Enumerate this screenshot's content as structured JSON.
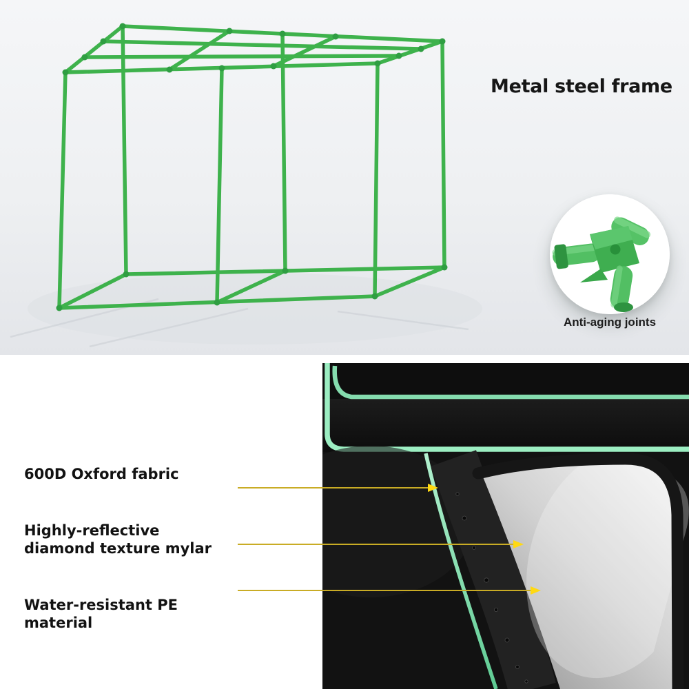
{
  "top": {
    "title": "Metal steel frame",
    "inset_caption": "Anti-aging joints"
  },
  "features": [
    {
      "label": "600D Oxford fabric"
    },
    {
      "label": "Highly-reflective diamond texture mylar"
    },
    {
      "label": "Water-resistant PE material"
    }
  ],
  "graphics": [
    {
      "name": "steel-frame-graphic",
      "description": "green steel tube frame cube"
    },
    {
      "name": "pipe-joint-graphic",
      "description": "green anti-aging corner joint"
    },
    {
      "name": "fabric-layers-photo",
      "description": "black tent fabric with mint trim and silver mylar lining"
    }
  ],
  "colors": {
    "frame_green": "#3eb24c",
    "joint_green": "#2f9e42",
    "trim_mint": "#9ceec2",
    "leader_line": "#c9ac25",
    "marker_yellow": "#ffd912",
    "top_background": "#eef0f2",
    "fabric_black": "#121212",
    "mylar_silver": "#d2d2d2"
  }
}
